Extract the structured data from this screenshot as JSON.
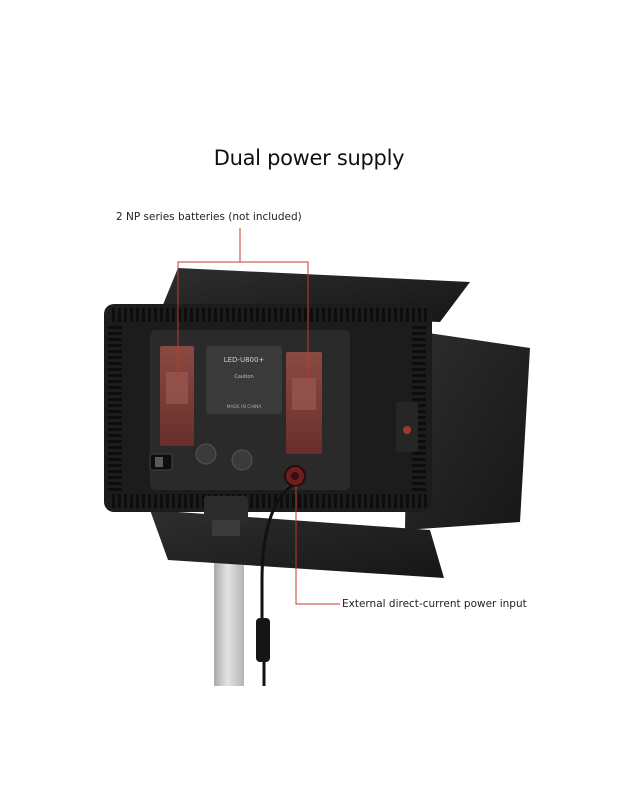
{
  "title": "Dual power supply",
  "callouts": {
    "batteries": "2 NP series batteries (not included)",
    "dc_input": "External direct-current power input"
  },
  "panel": {
    "model_label": "LED-U800+",
    "caution_label": "Caution",
    "made_in_label": "MADE IN CHINA"
  },
  "colors": {
    "background": "#ffffff",
    "callout_line": "#c0392b",
    "battery": "#7a3b36",
    "panel": "#1c1c1c"
  }
}
